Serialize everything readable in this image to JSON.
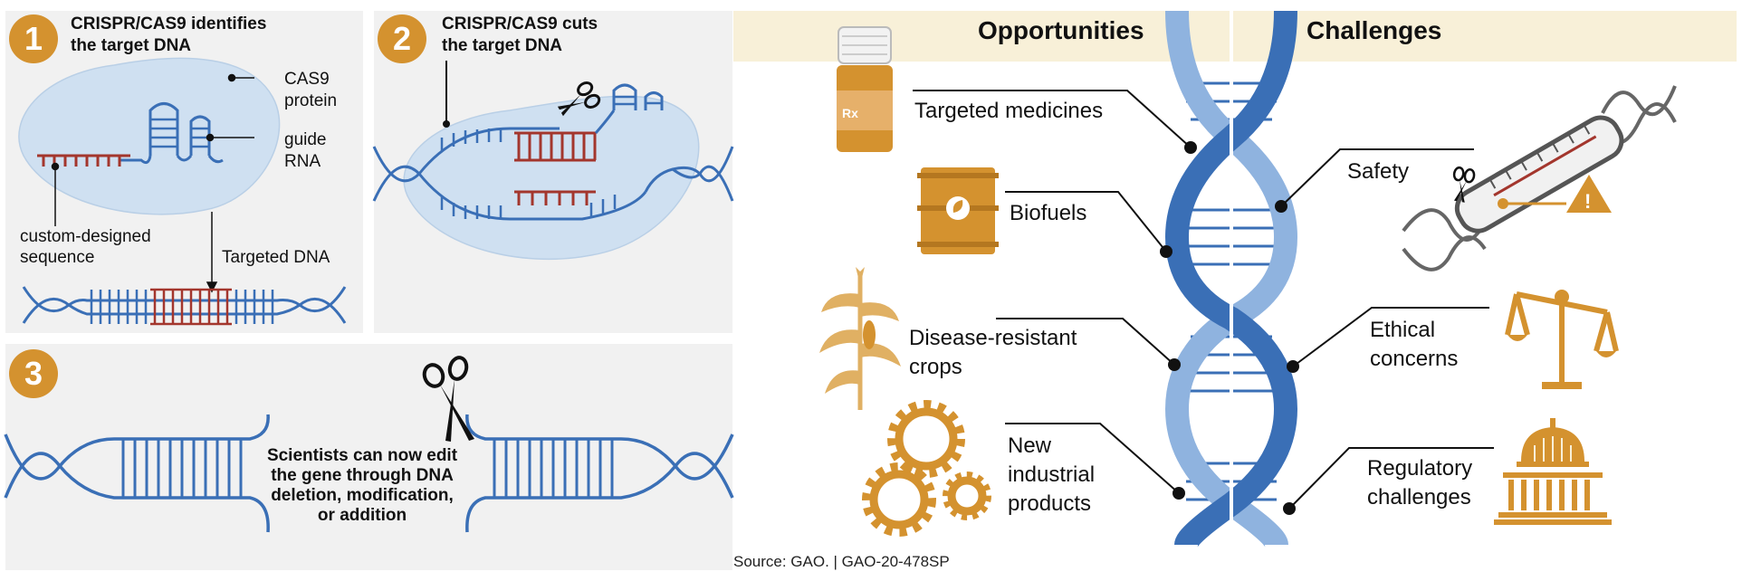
{
  "panel1": {
    "step": "1",
    "title_line1": "CRISPR/CAS9 identifies",
    "title_line2": "the target DNA",
    "cas9_line1": "CAS9",
    "cas9_line2": "protein",
    "guide_line1": "guide",
    "guide_line2": "RNA",
    "custom_line1": "custom-designed",
    "custom_line2": "sequence",
    "targeted": "Targeted DNA"
  },
  "panel2": {
    "step": "2",
    "title_line1": "CRISPR/CAS9 cuts",
    "title_line2": "the target DNA"
  },
  "panel3": {
    "step": "3",
    "note_line1": "Scientists can now edit",
    "note_line2": "the gene through DNA",
    "note_line3": "deletion, modification,",
    "note_line4": "or addition"
  },
  "right": {
    "opportunities_header": "Opportunities",
    "challenges_header": "Challenges",
    "opportunities": {
      "targeted_medicines": "Targeted medicines",
      "biofuels": "Biofuels",
      "crops_line1": "Disease-resistant",
      "crops_line2": "crops",
      "industrial_line1": "New",
      "industrial_line2": "industrial",
      "industrial_line3": "products"
    },
    "challenges": {
      "safety": "Safety",
      "ethical_line1": "Ethical",
      "ethical_line2": "concerns",
      "regulatory_line1": "Regulatory",
      "regulatory_line2": "challenges"
    },
    "rx_label": "Rx",
    "warning_symbol": "!"
  },
  "source": "Source: GAO.  |  GAO-20-478SP",
  "colors": {
    "dna_blue": "#3a6fb6",
    "dna_light": "#8fb3df",
    "rna_red": "#a3362d",
    "accent_orange": "#d4922f",
    "panel_bg": "#f1f1f1",
    "header_band": "#f8f0d8"
  }
}
